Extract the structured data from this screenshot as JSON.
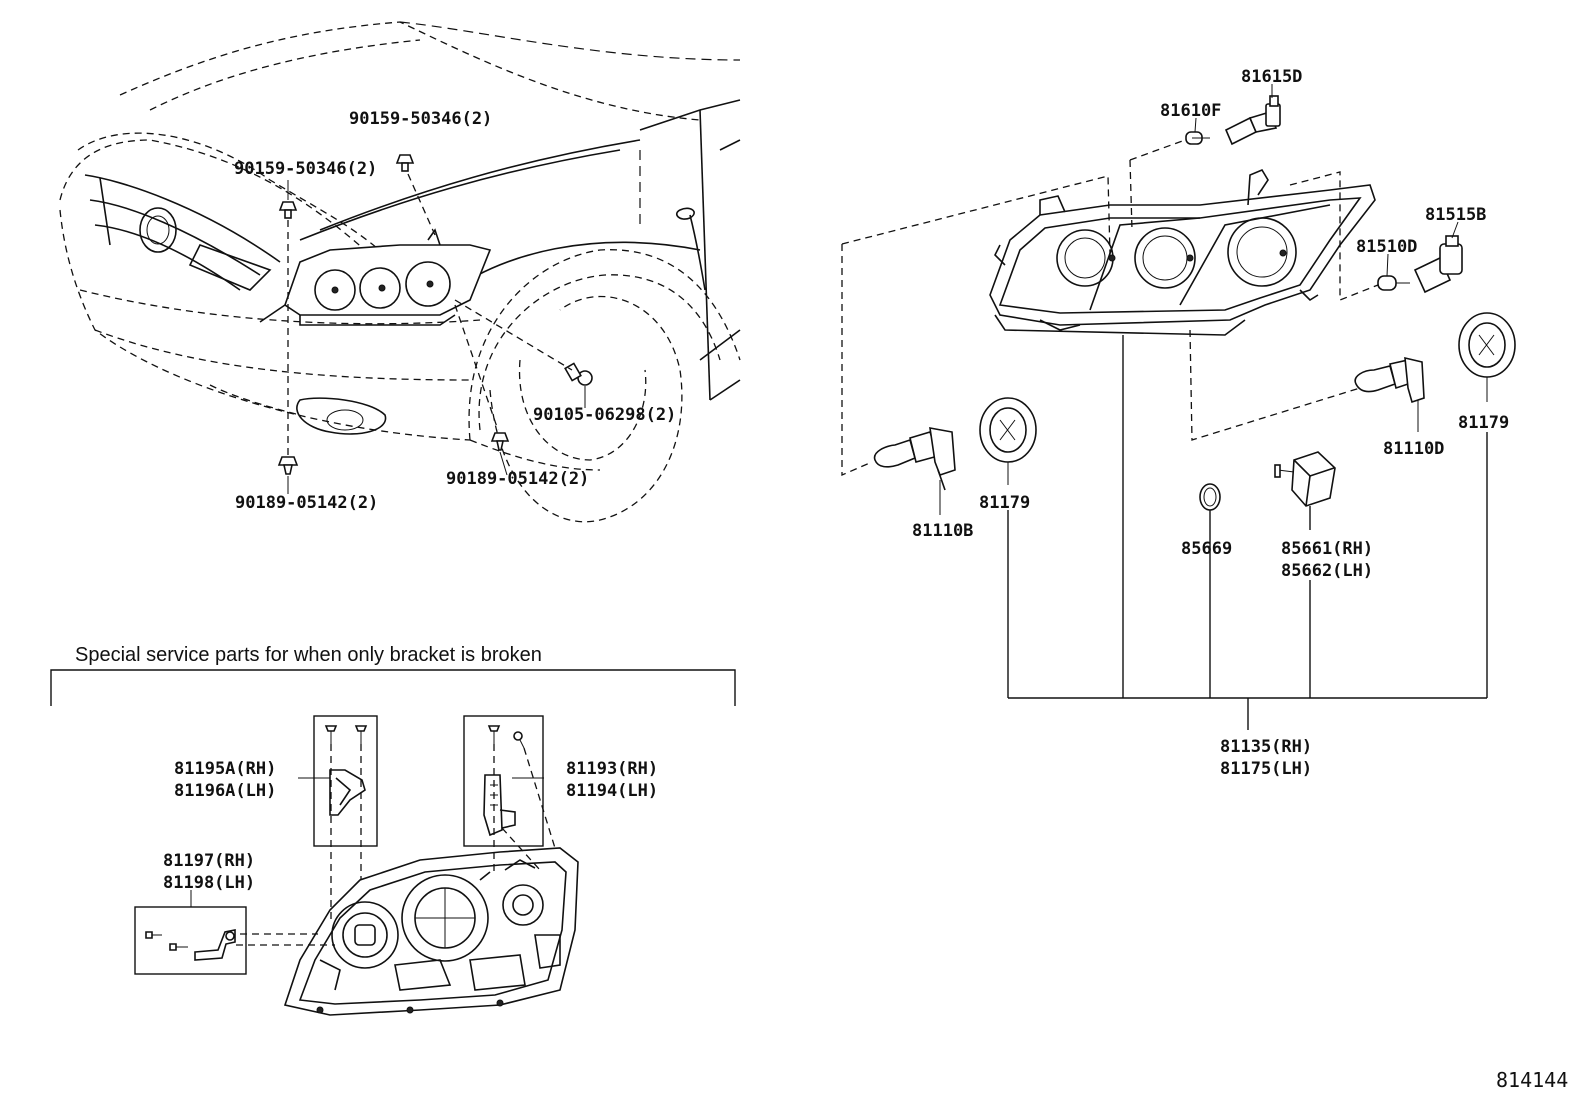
{
  "labels": {
    "car_bolt_upper": "90159-50346(2)",
    "car_bolt_left": "90159-50346(2)",
    "car_screw_right": "90105-06298(2)",
    "car_clip_right": "90189-05142(2)",
    "car_clip_bottom": "90189-05142(2)",
    "bulb_81615d": "81615D",
    "bulb_81610f": "81610F",
    "bulb_81515b": "81515B",
    "bulb_81510d": "81510D",
    "bulb_81110b": "81110B",
    "cover_81179_left": "81179",
    "cover_81179_right": "81179",
    "bulb_81110d": "81110D",
    "ring_85669": "85669",
    "motor_rh": "85661(RH)",
    "motor_lh": "85662(LH)",
    "assy_rh": "81135(RH)",
    "assy_lh": "81175(LH)",
    "bracket_a_rh": "81195A(RH)",
    "bracket_a_lh": "81196A(LH)",
    "bracket_b_rh": "81193(RH)",
    "bracket_b_lh": "81194(LH)",
    "bracket_c_rh": "81197(RH)",
    "bracket_c_lh": "81198(LH)"
  },
  "service_note": "Special service parts for when only bracket is broken",
  "figure_ref": "814144"
}
